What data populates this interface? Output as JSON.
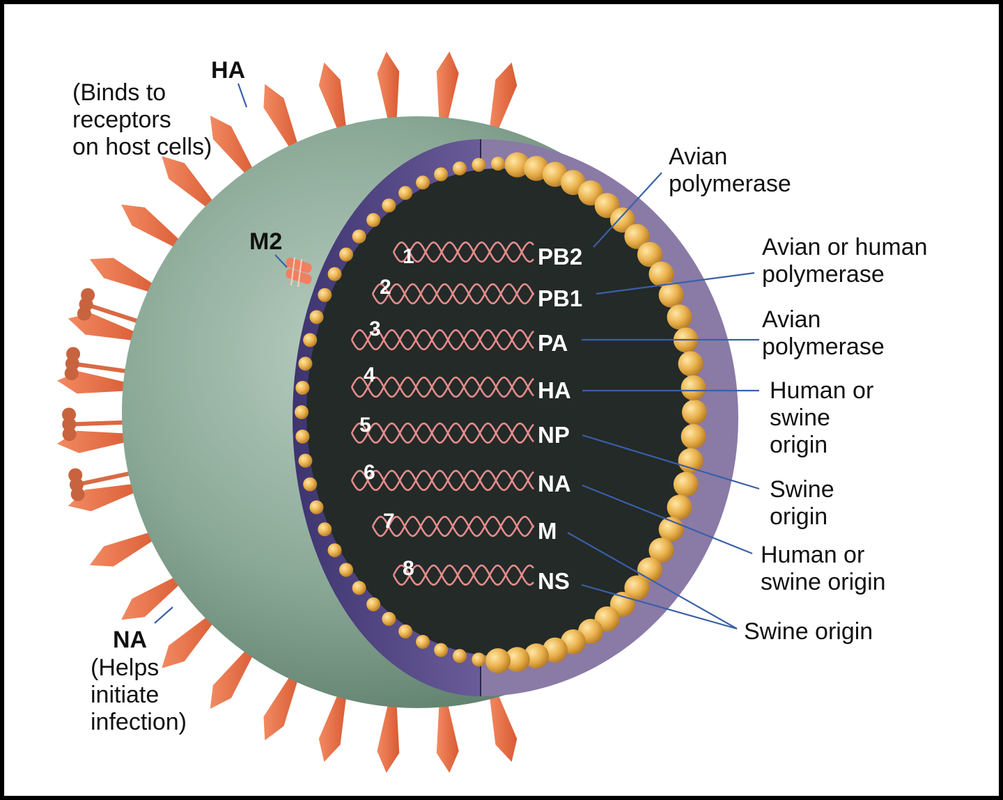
{
  "labels": {
    "ha_title": "HA",
    "ha_desc": [
      "(Binds to",
      "receptors",
      "on host cells)"
    ],
    "m2": "M2",
    "na_title": "NA",
    "na_desc": [
      "(Helps",
      "initiate",
      "infection)"
    ]
  },
  "segments": [
    {
      "number": "1",
      "name": "PB2",
      "origin": [
        "Avian",
        "polymerase"
      ],
      "number_color": "#ffffff"
    },
    {
      "number": "2",
      "name": "PB1",
      "origin": [
        "Avian or human",
        "polymerase"
      ],
      "number_color": "#ffffff"
    },
    {
      "number": "3",
      "name": "PA",
      "origin": [
        "Avian",
        "polymerase"
      ],
      "number_color": "#ffffff"
    },
    {
      "number": "4",
      "name": "HA",
      "origin": [
        "Human or",
        "swine",
        "origin"
      ],
      "number_color": "#ffffff"
    },
    {
      "number": "5",
      "name": "NP",
      "origin": [
        "Swine",
        "origin"
      ],
      "number_color": "#f0b44a"
    },
    {
      "number": "6",
      "name": "NA",
      "origin": [
        "Human or",
        "swine origin"
      ],
      "number_color": "#ffffff"
    },
    {
      "number": "7",
      "name": "M",
      "origin": [
        "Swine origin"
      ],
      "number_color": "#ffffff"
    },
    {
      "number": "8",
      "name": "NS",
      "origin": [],
      "number_color": "#ffffff"
    }
  ],
  "colors": {
    "envelope": "#8aa896",
    "envelope_dark": "#5f7f6d",
    "membrane_inner": "#4a3f7a",
    "membrane_outer": "#8a7aa6",
    "core": "#232a28",
    "protein_beads": "#e9b04a",
    "rna": "#e58c8c",
    "spikes": "#ee7046",
    "leader_lines": "#3a5fa8"
  }
}
